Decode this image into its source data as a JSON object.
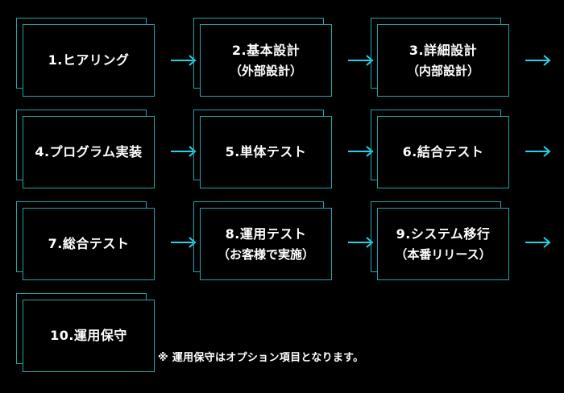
{
  "accent_color": "#1fa5a8",
  "arrow_color": "#23d3e6",
  "steps": [
    {
      "label": "1.ヒアリング",
      "sub": ""
    },
    {
      "label": "2.基本設計",
      "sub": "（外部設計）"
    },
    {
      "label": "3.詳細設計",
      "sub": "（内部設計）"
    },
    {
      "label": "4.プログラム実装",
      "sub": ""
    },
    {
      "label": "5.単体テスト",
      "sub": ""
    },
    {
      "label": "6.結合テスト",
      "sub": ""
    },
    {
      "label": "7.総合テスト",
      "sub": ""
    },
    {
      "label": "8.運用テスト",
      "sub": "（お客様で実施）"
    },
    {
      "label": "9.システム移行",
      "sub": "（本番リリース）"
    },
    {
      "label": "10.運用保守",
      "sub": ""
    }
  ],
  "note": "※ 運用保守はオプション項目となります。"
}
